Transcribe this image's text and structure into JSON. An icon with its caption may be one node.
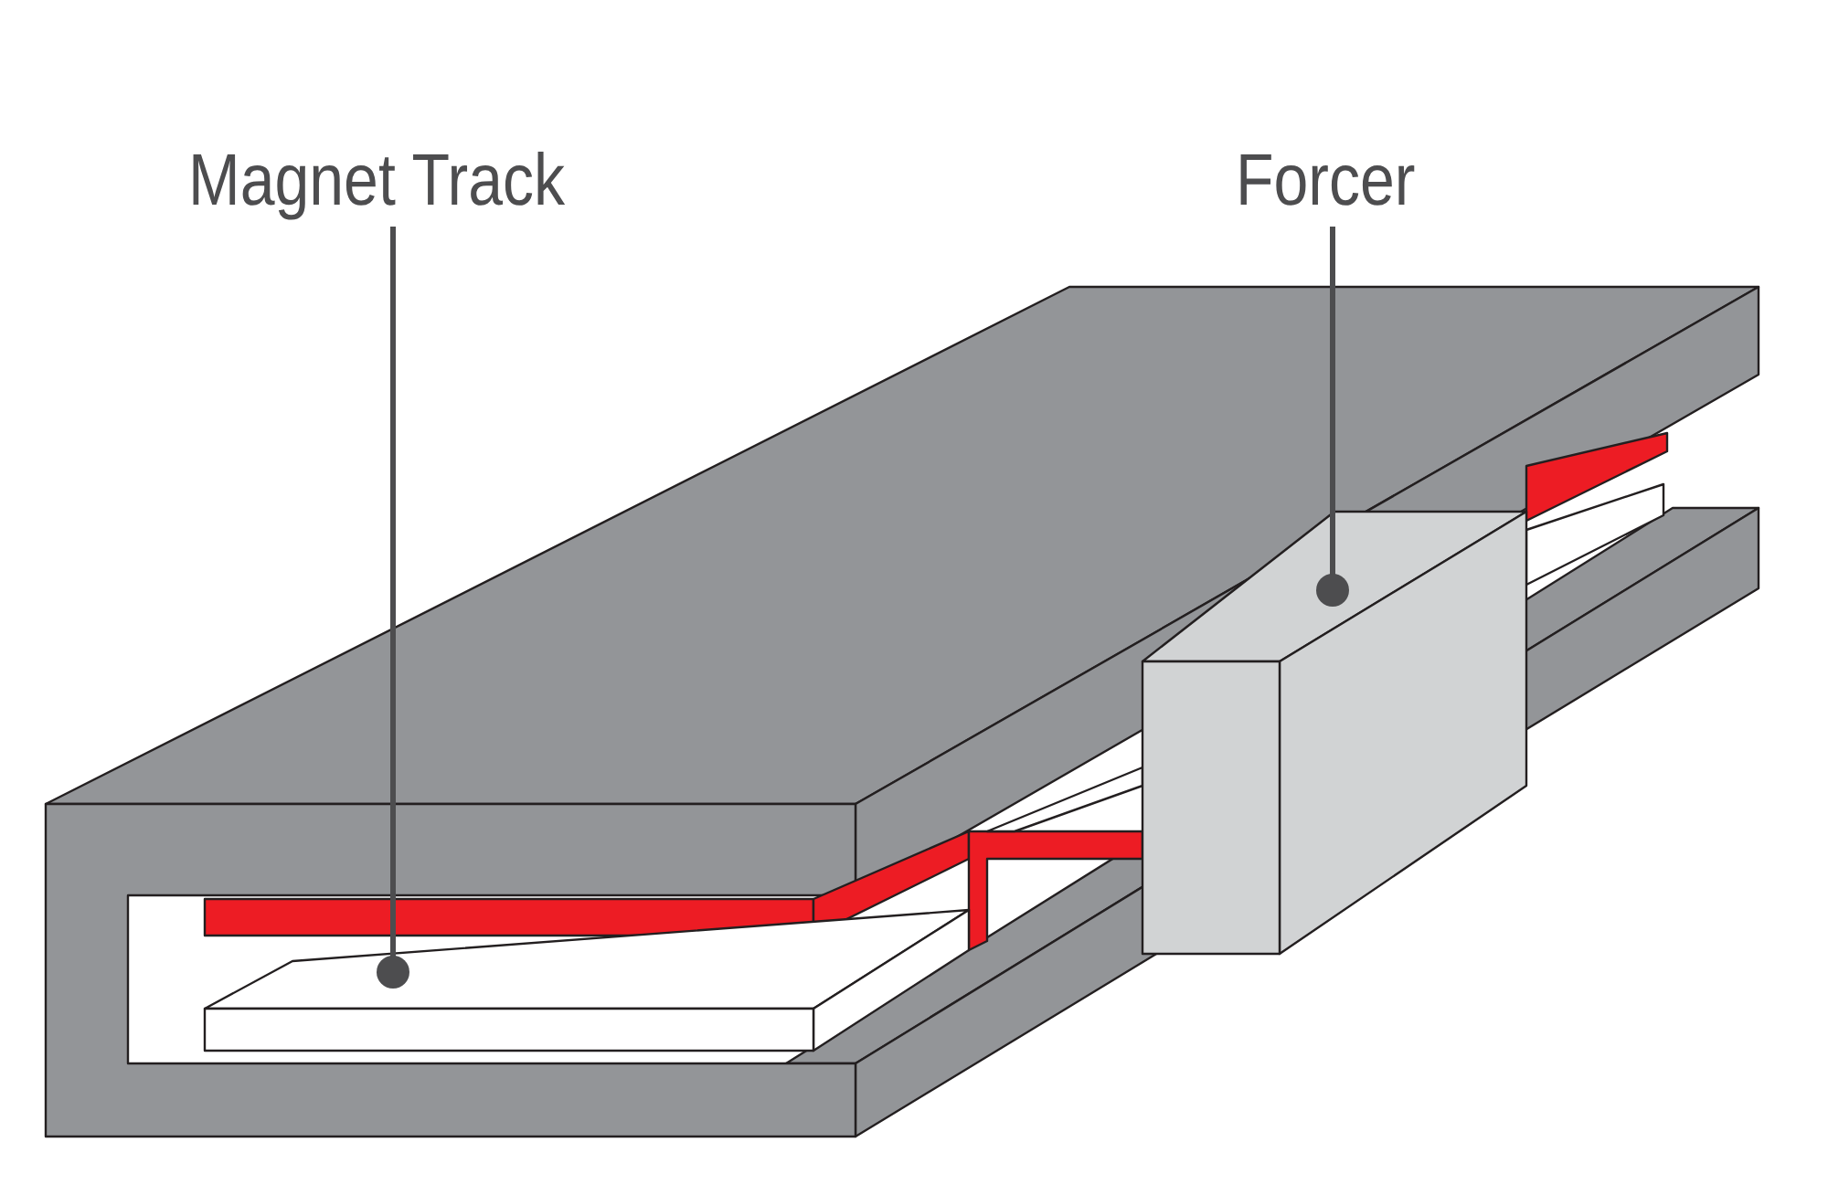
{
  "diagram": {
    "nodes": [
      {
        "text": [
          "Magnet Track"
        ]
      },
      {
        "text": [],
        "shape": "box"
      },
      {
        "text": [
          "Forcer"
        ]
      },
      {
        "text": [],
        "shape": "box"
      }
    ],
    "edges": [
      {
        "from": 0,
        "to": 1,
        "arrow": "other"
      },
      {
        "from": 2,
        "to": 3,
        "arrow": "other"
      }
    ]
  }
}
